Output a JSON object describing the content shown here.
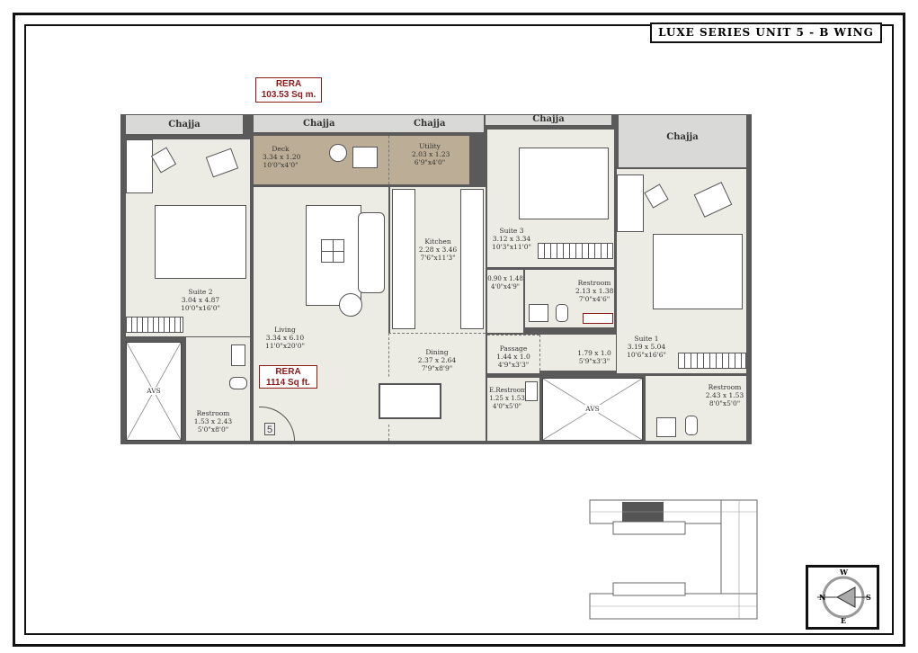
{
  "title": "LUXE SERIES UNIT 5 - B WING",
  "rera_top": {
    "label": "RERA",
    "value": "103.53 Sq m."
  },
  "rera_mid": {
    "label": "RERA",
    "value": "1114 Sq ft."
  },
  "unit_number": "5",
  "chajja": [
    "Chajja",
    "Chajja",
    "Chajja",
    "Chajja",
    "Chajja"
  ],
  "rooms": {
    "deck": {
      "name": "Deck",
      "metric": "3.34 x 1.20",
      "imperial": "10'0\"x4'0\""
    },
    "utility": {
      "name": "Utility",
      "metric": "2.03 x 1.23",
      "imperial": "6'9\"x4'0\""
    },
    "kitchen": {
      "name": "Kitchen",
      "metric": "2.28 x 3.46",
      "imperial": "7'6\"x11'3\""
    },
    "suite2": {
      "name": "Suite 2",
      "metric": "3.04 x 4.87",
      "imperial": "10'0\"x16'0\""
    },
    "living": {
      "name": "Living",
      "metric": "3.34 x 6.10",
      "imperial": "11'0\"x20'0\""
    },
    "dining": {
      "name": "Dining",
      "metric": "2.37 x 2.64",
      "imperial": "7'9\"x8'9\""
    },
    "restroom_left": {
      "name": "Restroom",
      "metric": "1.53 x 2.43",
      "imperial": "5'0\"x8'0\""
    },
    "suite3": {
      "name": "Suite 3",
      "metric": "3.12 x 3.34",
      "imperial": "10'3\"x11'0\""
    },
    "closet": {
      "metric": "0.90 x 1.48",
      "imperial": "4'0\"x4'9\""
    },
    "restroom_mid": {
      "name": "Restroom",
      "metric": "2.13 x 1.38",
      "imperial": "7'0\"x4'6\""
    },
    "passage": {
      "name": "Passage",
      "metric": "1.44 x 1.0",
      "imperial": "4'9\"x3'3\""
    },
    "lobby": {
      "metric": "1.79 x 1.0",
      "imperial": "5'9\"x3'3\""
    },
    "suite1": {
      "name": "Suite 1",
      "metric": "3.19 x 5.04",
      "imperial": "10'6\"x16'6\""
    },
    "e_restroom": {
      "name": "E.Restroom",
      "metric": "1.25 x 1.53",
      "imperial": "4'0\"x5'0\""
    },
    "restroom_right": {
      "name": "Restroom",
      "metric": "2.43 x 1.53",
      "imperial": "8'0\"x5'0\""
    },
    "avs_left": {
      "name": "AVS"
    },
    "avs_mid": {
      "name": "AVS"
    }
  },
  "compass": {
    "top": "W",
    "left": "N",
    "right": "S",
    "bottom": "E"
  },
  "colors": {
    "rera": "#8b1a1a",
    "wall": "#5a5a5a",
    "floor": "#ecebe4",
    "deck": "#bcae96"
  }
}
